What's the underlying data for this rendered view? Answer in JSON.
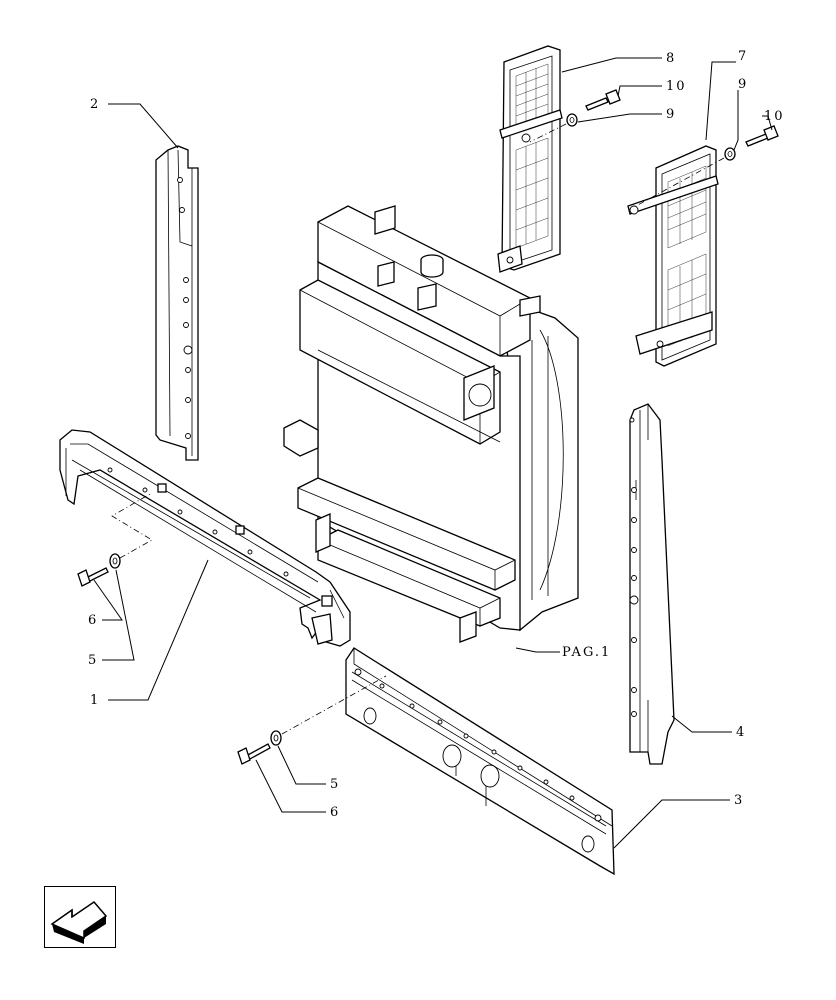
{
  "callouts": {
    "c1": "1",
    "c2": "2",
    "c3": "3",
    "c4": "4",
    "c5a": "5",
    "c5b": "5",
    "c6a": "6",
    "c6b": "6",
    "c7": "7",
    "c8": "8",
    "c9a": "9",
    "c9b": "9",
    "c10a": "10",
    "c10b": "10",
    "ref": "PAG.1"
  },
  "nav": {
    "icon": "arrow-down-left-icon"
  }
}
